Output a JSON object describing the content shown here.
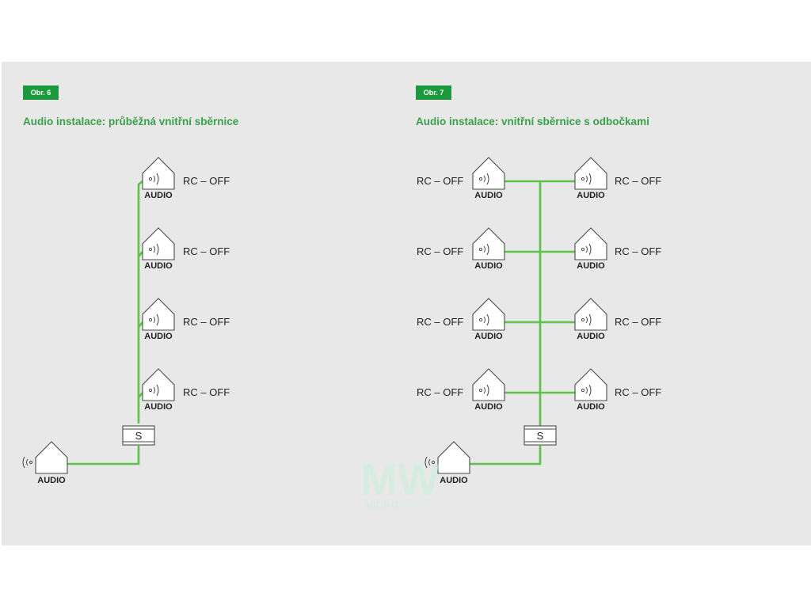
{
  "figures": [
    {
      "tag": "Obr. 6",
      "title": "Audio instalace: průběžná vnitřní sběrnice"
    },
    {
      "tag": "Obr. 7",
      "title": "Audio instalace: vnitřní sběrnice s odbočkami"
    }
  ],
  "labels": {
    "rc_off": "RC – OFF",
    "audio": "AUDIO",
    "switch": "S"
  },
  "watermark": {
    "logo": "MW",
    "text_a": "MICRO",
    "text_b": "WARE"
  },
  "colors": {
    "accent": "#1a9a3a",
    "line": "#5cc24a",
    "title": "#3aa04a",
    "background": "#e8e8e8"
  },
  "icons": [
    "house-icon",
    "speaker-wave-icon",
    "switch-box-icon"
  ]
}
